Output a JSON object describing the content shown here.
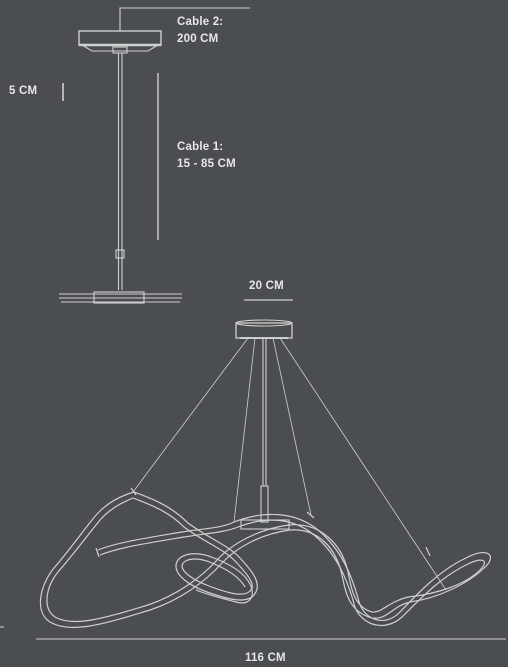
{
  "labels": {
    "cable2": [
      "Cable 2:",
      "200 CM"
    ],
    "cable1": [
      "Cable 1:",
      "15 - 85 CM"
    ],
    "height_5cm": "5 CM",
    "canopy_width": "20 CM",
    "overall_width": "116 CM"
  },
  "colors": {
    "background": "#4b4e50",
    "line": "#d2d2d2",
    "text": "#e6e6e6"
  }
}
